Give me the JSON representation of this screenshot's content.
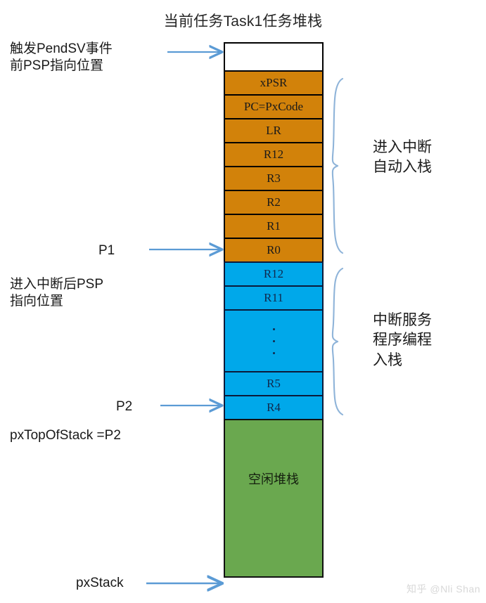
{
  "title": "当前任务Task1任务堆栈",
  "stack": {
    "cells": [
      {
        "label": "",
        "color_name": "white",
        "kind": "empty-top"
      },
      {
        "label": "xPSR",
        "color_name": "orange",
        "kind": "orange"
      },
      {
        "label": "PC=PxCode",
        "color_name": "orange",
        "kind": "orange"
      },
      {
        "label": "LR",
        "color_name": "orange",
        "kind": "orange"
      },
      {
        "label": "R12",
        "color_name": "orange",
        "kind": "orange"
      },
      {
        "label": "R3",
        "color_name": "orange",
        "kind": "orange"
      },
      {
        "label": "R2",
        "color_name": "orange",
        "kind": "orange"
      },
      {
        "label": "R1",
        "color_name": "orange",
        "kind": "orange"
      },
      {
        "label": "R0",
        "color_name": "orange",
        "kind": "orange"
      },
      {
        "label": "R12",
        "color_name": "blue",
        "kind": "blue"
      },
      {
        "label": "R11",
        "color_name": "blue",
        "kind": "blue"
      },
      {
        "label": "⋮",
        "color_name": "blue",
        "kind": "blue-dots"
      },
      {
        "label": "R5",
        "color_name": "blue",
        "kind": "blue"
      },
      {
        "label": "R4",
        "color_name": "blue",
        "kind": "blue"
      },
      {
        "label": "空闲堆栈",
        "color_name": "green",
        "kind": "green"
      }
    ]
  },
  "left_labels": {
    "pendsv_line1": "触发PendSV事件",
    "pendsv_line2": "前PSP指向位置",
    "p1": "P1",
    "after_int_line1": "进入中断后PSP",
    "after_int_line2": "指向位置",
    "p2": "P2",
    "px_top_of_stack": "pxTopOfStack =P2",
    "px_stack": "pxStack"
  },
  "right_labels": {
    "auto_push_line1": "进入中断",
    "auto_push_line2": "自动入栈",
    "isr_push_line1": "中断服务",
    "isr_push_line2": "程序编程",
    "isr_push_line3": "入栈"
  },
  "watermark": "知乎 @Nli Shan",
  "colors": {
    "orange": "#d2820a",
    "blue": "#00a8ea",
    "green": "#6aa84f",
    "arrow": "#5b9bd5",
    "brace": "#8fb4d9",
    "white": "#ffffff",
    "border_dark": "#000000",
    "border_navy": "#0b1a3a"
  }
}
